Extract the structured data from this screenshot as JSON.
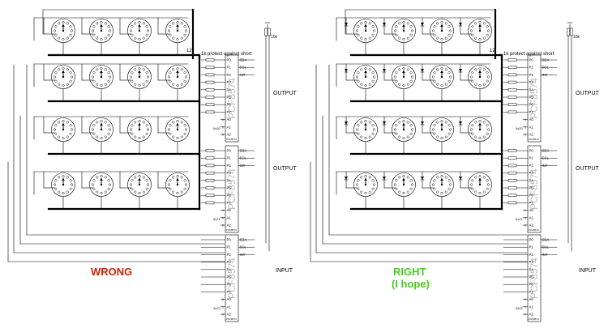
{
  "labels": {
    "wrong": "WRONG",
    "right": "RIGHT",
    "right_sub": "(I hope)",
    "output": "OUTPUT",
    "input": "INPUT",
    "protect": "1k protect against short",
    "bus_count": "12",
    "resistor": "10k"
  },
  "chip": {
    "name": "PCF8574",
    "pins_left": [
      "P0",
      "P1",
      "P2",
      "P3",
      "P4",
      "P5",
      "P6",
      "P7",
      "A0",
      "A1",
      "A2"
    ],
    "pins_right": [
      "SDA",
      "SCL",
      "INT"
    ],
    "addresses": [
      "0x20",
      "0x21",
      "0x22"
    ]
  },
  "colors": {
    "wrong": "#cc2200",
    "right": "#44cc22",
    "line": "#000000",
    "chip_text": "#bbbbbb"
  }
}
